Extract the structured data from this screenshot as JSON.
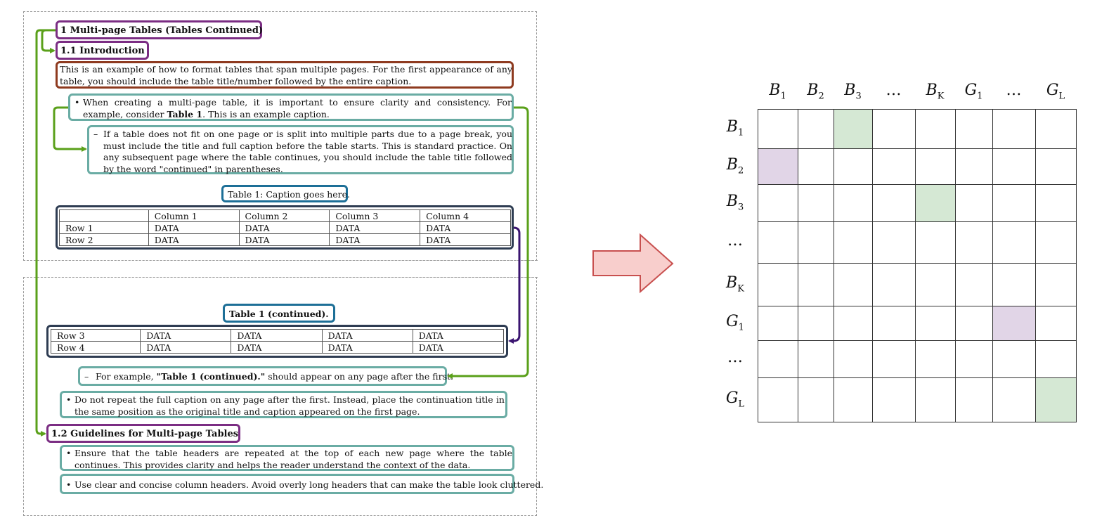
{
  "document": {
    "h1": "1   Multi-page Tables (Tables Continued)",
    "h11": "1.1   Introduction",
    "intro": "This is an example of how to format tables that span multiple pages. For the first appearance of any table, you should include the table title/number followed by the entire caption.",
    "bullet1_a": "When creating a multi-page table, it is important to ensure clarity and consistency.  For example, consider ",
    "bullet1_bold": "Table 1",
    "bullet1_b": ". This is an example caption.",
    "sub_bullet1": "If a table does not fit on one page or is split into multiple parts due to a page break, you must include the title and full caption before the table starts.  This is standard practice.  On any subsequent page where the table continues, you should include the table title followed by the word \"continued\" in parentheses.",
    "caption": "Table 1: Caption goes here.",
    "table1": {
      "header": [
        "",
        "Column 1",
        "Column 2",
        "Column 3",
        "Column 4"
      ],
      "rows": [
        [
          "Row 1",
          "DATA",
          "DATA",
          "DATA",
          "DATA"
        ],
        [
          "Row 2",
          "DATA",
          "DATA",
          "DATA",
          "DATA"
        ]
      ]
    },
    "caption_cont": "Table 1 (continued).",
    "table1_cont": {
      "rows": [
        [
          "Row 3",
          "DATA",
          "DATA",
          "DATA",
          "DATA"
        ],
        [
          "Row 4",
          "DATA",
          "DATA",
          "DATA",
          "DATA"
        ]
      ]
    },
    "sub_bullet2_a": "For example, ",
    "sub_bullet2_bold": "\"Table 1 (continued).\"",
    "sub_bullet2_b": " should appear on any page after the first.",
    "bullet2": "Do not repeat the full caption on any page after the first.  Instead, place the continuation title in the same position as the original title and caption appeared on the first page.",
    "h12": "1.2   Guidelines for Multi-page Tables",
    "bullet3": "Ensure that the table headers are repeated at the top of each new page where the table continues. This provides clarity and helps the reader understand the context of the data.",
    "bullet4": "Use clear and concise column headers. Avoid overly long headers that can make the table look cluttered.",
    "bullet_symbol": "•",
    "dash_symbol": "–"
  },
  "matrix": {
    "col_labels": [
      {
        "base": "B",
        "sub": "1"
      },
      {
        "base": "B",
        "sub": "2"
      },
      {
        "base": "B",
        "sub": "3"
      },
      {
        "base": "…",
        "sub": ""
      },
      {
        "base": "B",
        "sub": "K"
      },
      {
        "base": "G",
        "sub": "1"
      },
      {
        "base": "…",
        "sub": ""
      },
      {
        "base": "G",
        "sub": "L"
      }
    ],
    "row_labels": [
      {
        "base": "B",
        "sub": "1"
      },
      {
        "base": "B",
        "sub": "2"
      },
      {
        "base": "B",
        "sub": "3"
      },
      {
        "base": "…",
        "sub": ""
      },
      {
        "base": "B",
        "sub": "K"
      },
      {
        "base": "G",
        "sub": "1"
      },
      {
        "base": "…",
        "sub": ""
      },
      {
        "base": "G",
        "sub": "L"
      }
    ],
    "highlighted": [
      {
        "row": 0,
        "col": 2,
        "color": "#d5e8d4"
      },
      {
        "row": 1,
        "col": 0,
        "color": "#e1d5e7"
      },
      {
        "row": 2,
        "col": 4,
        "color": "#d5e8d4"
      },
      {
        "row": 5,
        "col": 6,
        "color": "#e1d5e7"
      },
      {
        "row": 7,
        "col": 7,
        "color": "#d5e8d4"
      }
    ]
  },
  "colors": {
    "heading_border": "#7b2d83",
    "intro_border": "#8e3a1f",
    "bullet_border": "#6aaca4",
    "caption_border": "#1d6f97",
    "table_border": "#2e3c52",
    "green_arrow": "#5aa01a",
    "purple_arrow": "#3a1470",
    "big_arrow_fill": "#f8cecc",
    "big_arrow_stroke": "#c8504f"
  }
}
